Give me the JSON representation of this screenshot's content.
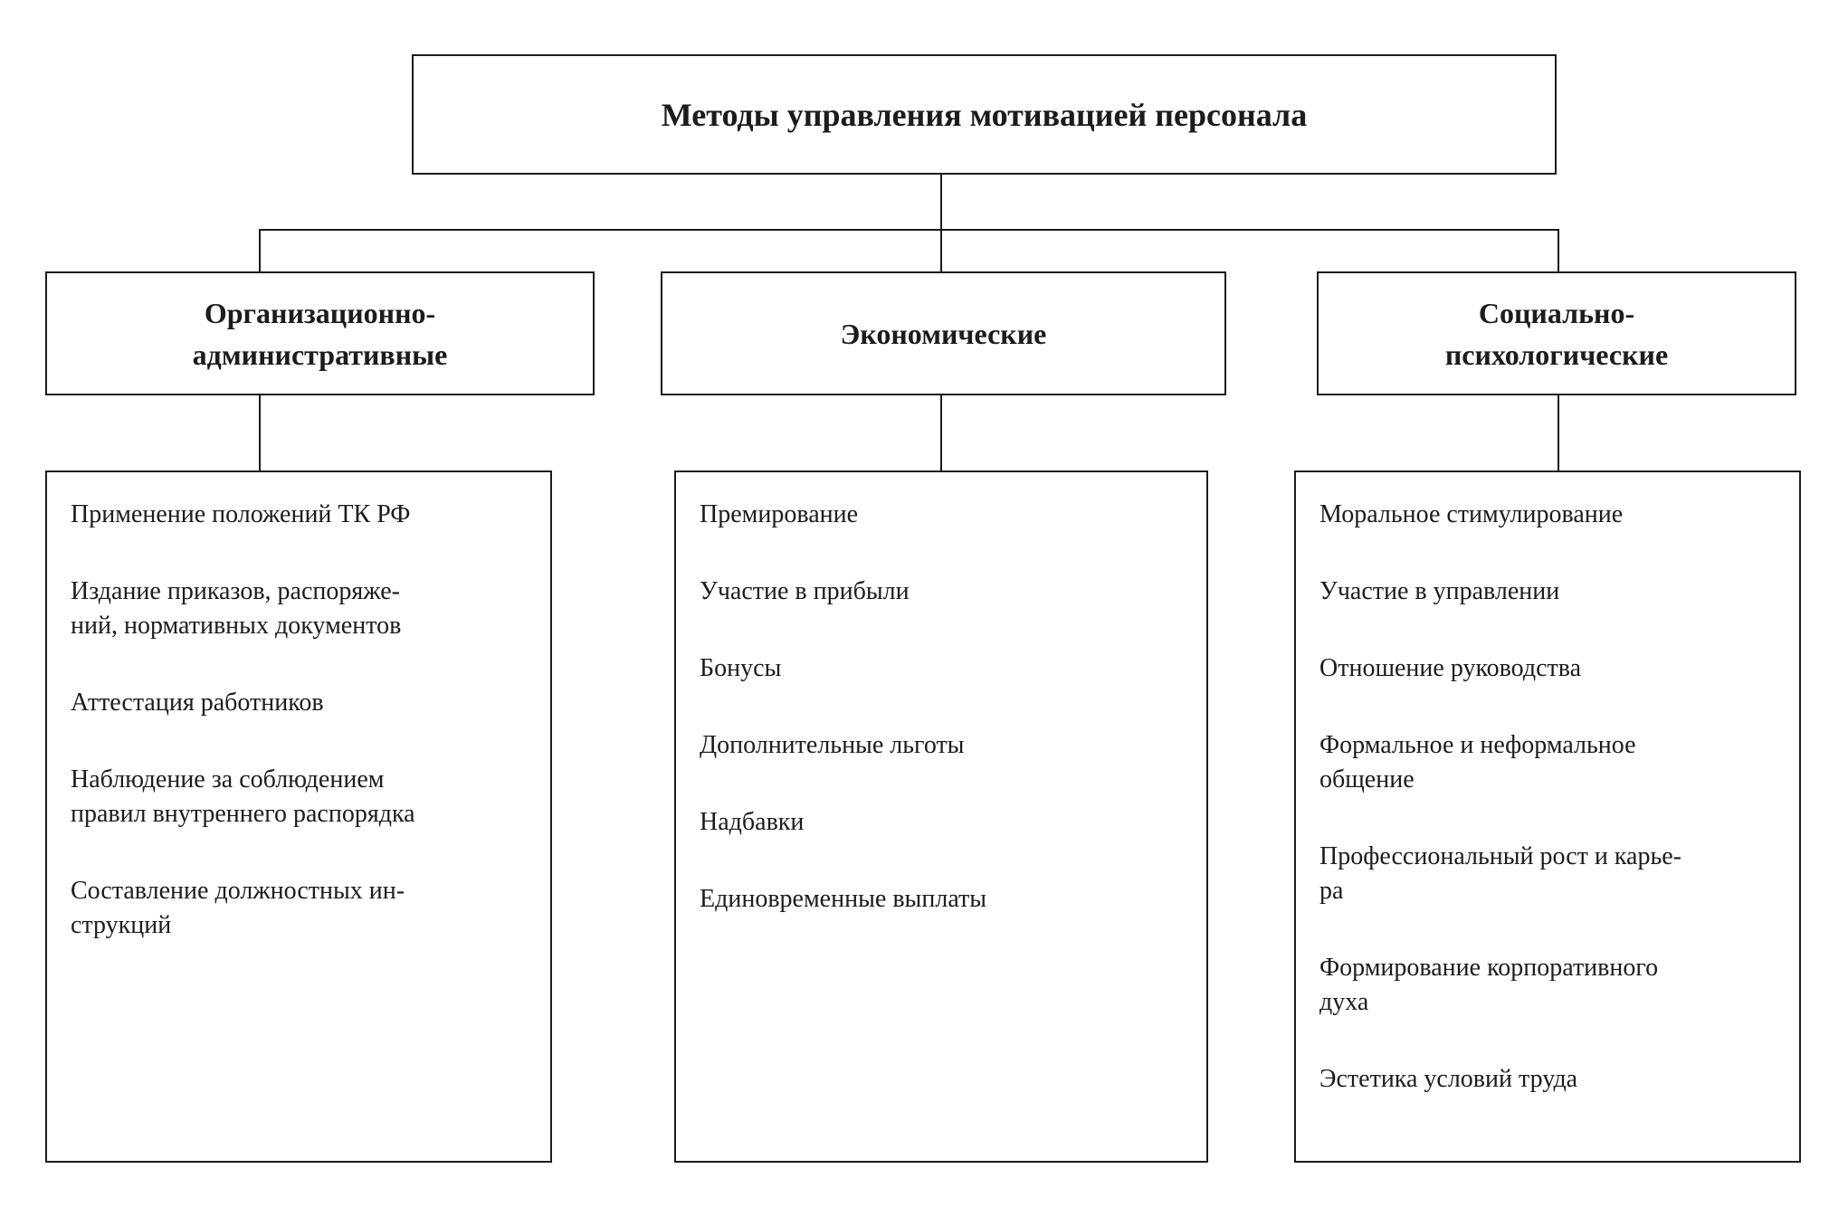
{
  "diagram": {
    "title": "Методы управления мотивацией персонала",
    "columns": [
      {
        "header": "Организационно-\nадминистративные",
        "items": [
          "Применение положений ТК РФ",
          "Издание приказов, распоряже-\nний, нормативных документов",
          "Аттестация работников",
          "Наблюдение за соблюдением\nправил внутреннего распорядка",
          "Составление должностных ин-\nструкций"
        ]
      },
      {
        "header": "Экономические",
        "items": [
          "Премирование",
          "Участие в прибыли",
          "Бонусы",
          "Дополнительные льготы",
          "Надбавки",
          "Единовременные выплаты"
        ]
      },
      {
        "header": "Социально-\nпсихологические",
        "items": [
          "Моральное стимулирование",
          "Участие в управлении",
          "Отношение руководства",
          "Формальное и неформальное\nобщение",
          "Профессиональный рост и карье-\nра",
          "Формирование корпоративного\nдуха",
          "Эстетика условий труда"
        ]
      }
    ],
    "colors": {
      "border": "#1c1c1c",
      "background": "#ffffff",
      "text": "#1c1c1c"
    }
  }
}
